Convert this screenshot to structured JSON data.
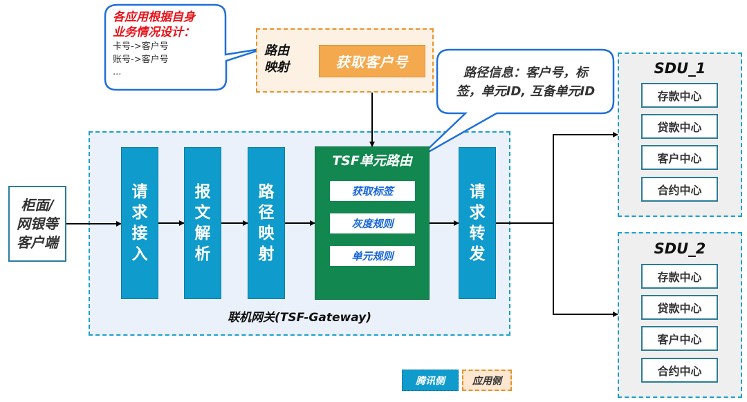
{
  "callout_left": {
    "heading_line1": "各应用根据自身",
    "heading_line2": "业务情况设计：",
    "lines": [
      "卡号->客户号",
      "账号->客户号",
      "..."
    ],
    "heading_color": "#e8141b"
  },
  "route_mapping": {
    "label_line1": "路由",
    "label_line2": "映射",
    "action": "获取客户号"
  },
  "callout_right": {
    "line1": "路径信息：客户号，标",
    "line2": "签，单元ID, 互备单元ID"
  },
  "client": {
    "line1": "柜面/",
    "line2": "网银等",
    "line3": "客户端"
  },
  "gateway": {
    "label": "联机网关(TSF-Gateway)",
    "stages": [
      {
        "label": "请求接入"
      },
      {
        "label": "报文解析"
      },
      {
        "label": "路径映射"
      },
      {
        "label": "请求转发"
      }
    ],
    "tsf": {
      "title": "TSF单元路由",
      "rules": [
        "获取标签",
        "灰度规则",
        "单元规则"
      ]
    }
  },
  "sdus": [
    {
      "title": "SDU_1",
      "centers": [
        "存款中心",
        "贷款中心",
        "客户中心",
        "合约中心"
      ]
    },
    {
      "title": "SDU_2",
      "centers": [
        "存款中心",
        "贷款中心",
        "客户中心",
        "合约中心"
      ]
    }
  ],
  "legend": {
    "tencent_side": "腾讯侧",
    "app_side": "应用侧"
  },
  "colors": {
    "stage_blue": "#0f9bcc",
    "tsf_green": "#12874f",
    "app_orange": "#f5a94f",
    "callout_border": "#1e6fd9"
  }
}
